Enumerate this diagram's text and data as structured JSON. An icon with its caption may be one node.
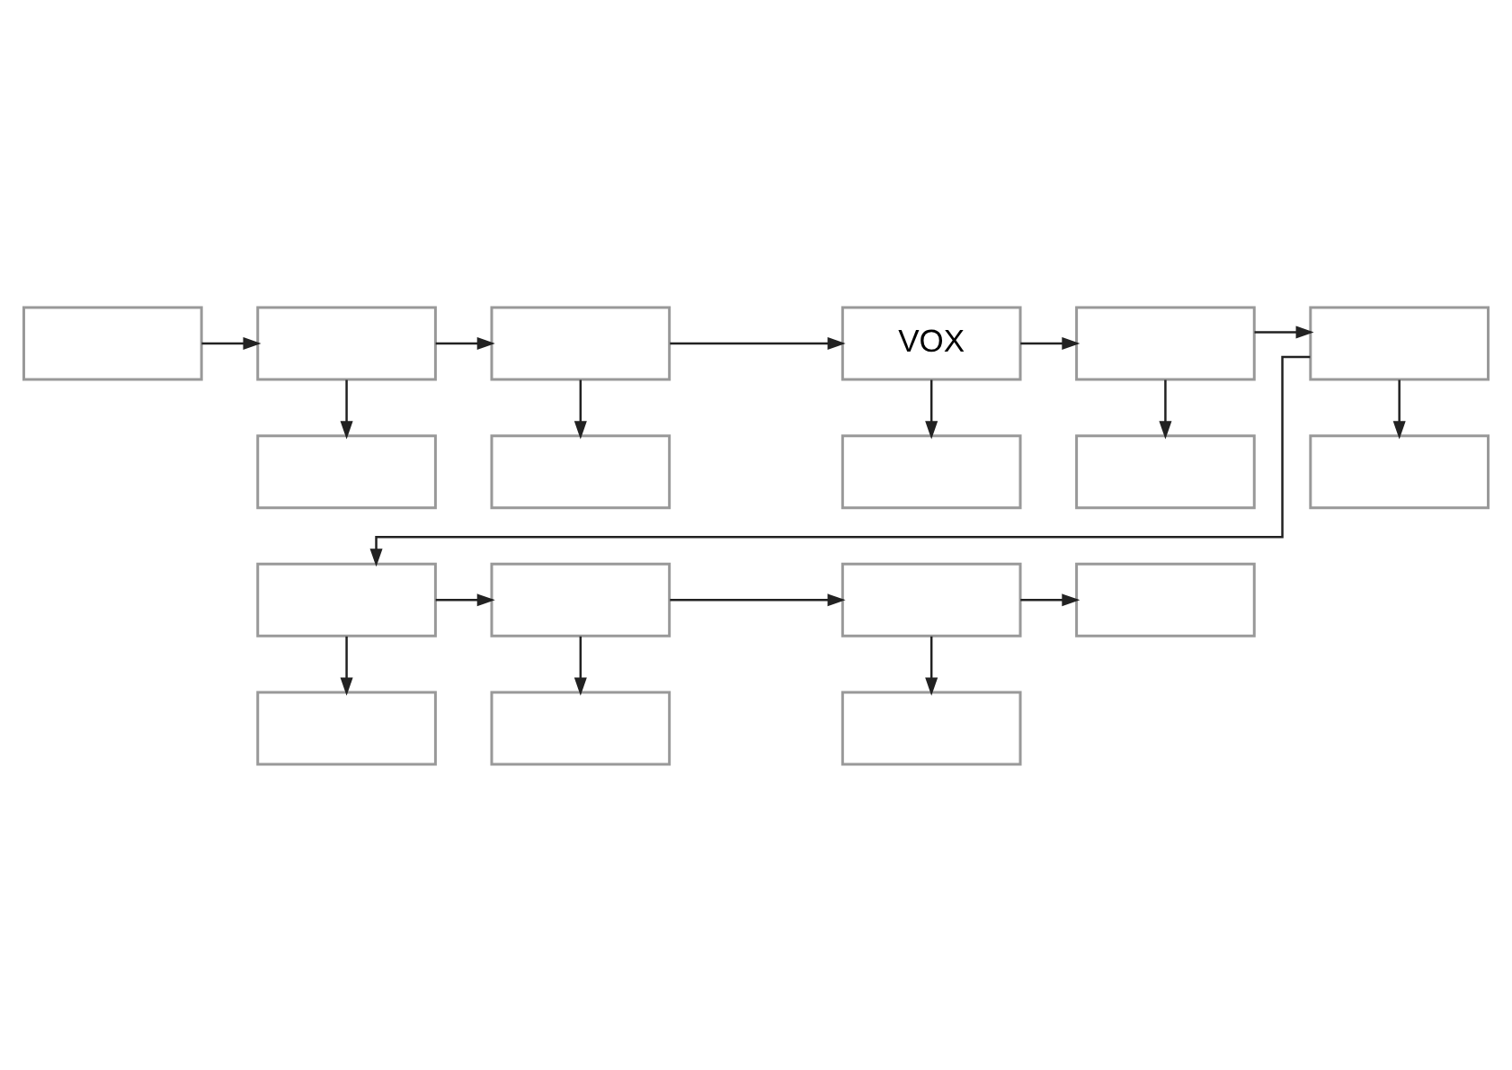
{
  "diagram": {
    "nodes": [
      {
        "text": [],
        "shape": "box"
      },
      {
        "text": [],
        "shape": "box"
      },
      {
        "text": [],
        "shape": "box"
      },
      {
        "text": [
          "VOX"
        ]
      },
      {
        "text": [],
        "shape": "box"
      },
      {
        "text": [],
        "shape": "box"
      },
      {
        "text": [],
        "shape": "box"
      },
      {
        "text": [],
        "shape": "box"
      },
      {
        "text": [],
        "shape": "box"
      },
      {
        "text": [],
        "shape": "box"
      },
      {
        "text": [],
        "shape": "box"
      },
      {
        "text": [],
        "shape": "box"
      },
      {
        "text": [],
        "shape": "box"
      },
      {
        "text": [],
        "shape": "box"
      },
      {
        "text": [],
        "shape": "box"
      },
      {
        "text": [],
        "shape": "box"
      },
      {
        "text": [],
        "shape": "box"
      },
      {
        "text": [],
        "shape": "box"
      }
    ],
    "edges": [
      {
        "from": 0,
        "to": 1,
        "arrow": "to"
      },
      {
        "from": 1,
        "to": 2,
        "arrow": "to"
      },
      {
        "from": 2,
        "to": 3,
        "arrow": "to"
      },
      {
        "from": 3,
        "to": 4,
        "arrow": "to"
      },
      {
        "from": 4,
        "to": 5,
        "arrow": "to"
      },
      {
        "from": 1,
        "to": 6,
        "arrow": "to"
      },
      {
        "from": 2,
        "to": 7,
        "arrow": "to"
      },
      {
        "from": 3,
        "to": 8,
        "arrow": "to"
      },
      {
        "from": 4,
        "to": 9,
        "arrow": "to"
      },
      {
        "from": 5,
        "to": 10,
        "arrow": "to"
      },
      {
        "from": 5,
        "to": 11,
        "arrow": "to"
      },
      {
        "from": 11,
        "to": 12,
        "arrow": "to"
      },
      {
        "from": 12,
        "to": 13,
        "arrow": "to"
      },
      {
        "from": 13,
        "to": 14,
        "arrow": "to"
      },
      {
        "from": 11,
        "to": 15,
        "arrow": "to"
      },
      {
        "from": 12,
        "to": 16,
        "arrow": "to"
      },
      {
        "from": 13,
        "to": 17,
        "arrow": "to"
      }
    ]
  }
}
